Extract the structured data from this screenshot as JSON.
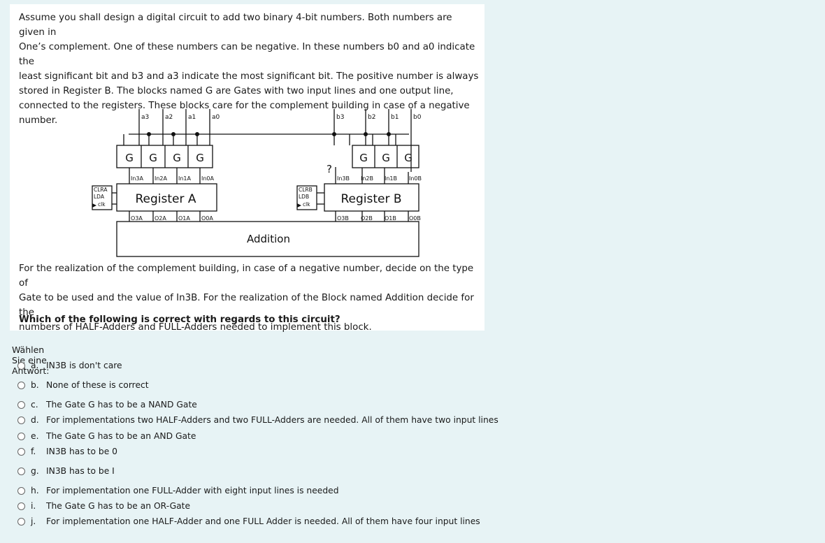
{
  "question": {
    "paragraph1_lines": [
      "Assume you shall design a digital circuit to add two binary 4-bit numbers. Both numbers are given in",
      "One’s complement. One of these numbers can be negative. In these numbers b0 and a0 indicate the",
      "least significant bit and b3 and a3 indicate the most significant bit. The positive number is always",
      "stored in Register B. The blocks named G are Gates with two input lines and one output line,",
      "connected to the registers. These blocks care for the complement building in case of a negative",
      "number."
    ],
    "paragraph2_lines": [
      "For the realization of the complement building, in case of a negative number, decide on the type of",
      "Gate to be used and the value of In3B. For the realization of the Block named Addition decide for the",
      "numbers of HALF-Adders and FULL-Adders needed to implement this block."
    ],
    "ask": "Which of the following is correct with regards to this circuit?"
  },
  "diagram": {
    "a_inputs": [
      "a3",
      "a2",
      "a1",
      "a0"
    ],
    "b_inputs": [
      "b3",
      "b2",
      "b1",
      "b0"
    ],
    "gate_label": "G",
    "reg_a": {
      "name": "Register A",
      "inputs": [
        "In3A",
        "In2A",
        "In1A",
        "In0A"
      ],
      "outputs": [
        "O3A",
        "O2A",
        "O1A",
        "O0A"
      ],
      "controls": [
        "CLRA",
        "LDA",
        "clk"
      ]
    },
    "reg_b": {
      "name": "Register B",
      "inputs": [
        "In3B",
        "In2B",
        "In1B",
        "In0B"
      ],
      "outputs": [
        "O3B",
        "O2B",
        "O1B",
        "O0B"
      ],
      "controls": [
        "CLRB",
        "LDB",
        "clk"
      ]
    },
    "unknown_mark": "?",
    "addition_label": "Addition"
  },
  "answer": {
    "prompt": "Wählen Sie eine Antwort:",
    "options": [
      {
        "letter": "a.",
        "text": "IN3B is don't care"
      },
      {
        "letter": "b.",
        "text": "None of these is correct"
      },
      {
        "letter": "c.",
        "text": "The Gate G has to be a NAND Gate"
      },
      {
        "letter": "d.",
        "text": "For implementations two HALF-Adders and two FULL-Adders are needed. All of them have two input lines"
      },
      {
        "letter": "e.",
        "text": "The Gate G has to be an AND Gate"
      },
      {
        "letter": "f.",
        "text": "IN3B has to be 0"
      },
      {
        "letter": "g.",
        "text": "IN3B has to be I"
      },
      {
        "letter": "h.",
        "text": "For implementation one FULL-Adder with eight input lines is needed"
      },
      {
        "letter": "i.",
        "text": "The Gate G has to be an OR-Gate"
      },
      {
        "letter": "j.",
        "text": "For implementation one HALF-Adder and one FULL Adder is needed. All of them have four input lines"
      }
    ]
  }
}
